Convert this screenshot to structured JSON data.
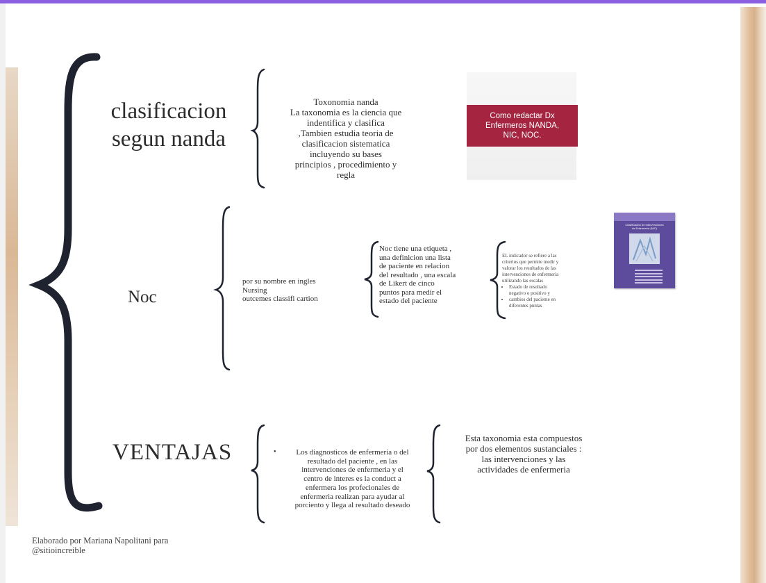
{
  "heading_nanda": [
    "clasificacion",
    "segun nanda"
  ],
  "nanda_text": [
    "Toxonomia nanda",
    "La taxonomia es la ciencia que",
    "indentifica y clasifica",
    ",Tambien estudia teoria de",
    "clasificacion sistematica",
    "incluyendo  su bases",
    "principios , procedimiento y",
    "regla"
  ],
  "dx_card": [
    "Como redactar Dx",
    "Enfermeros NANDA,",
    "NIC,  NOC."
  ],
  "heading_noc": "Noc",
  "noc_name": [
    "por su nombre en ingles",
    "Nursing",
    "outcemes classifi cartion"
  ],
  "noc_def": [
    "Noc tiene una etiqueta ,",
    "una definicion una lista",
    "de paciente en relacion",
    "del resultado , una escala",
    "de Likert de cinco",
    "puntos para medir el",
    "estado del paciente"
  ],
  "indicator": {
    "intro": [
      "EL indicador se refiere a las",
      "criterios que permite medir y",
      "valorar los resultados de  las",
      "intervenciones de enfermeria",
      "utilizando las escalas"
    ],
    "bullets": [
      [
        "Estado de resultado",
        "negativo o positivo y"
      ],
      [
        "cambios del paciente  en",
        "diferentes puntas"
      ]
    ]
  },
  "book": {
    "title_lines": [
      "Clasificación de Intervenciones",
      "de Enfermería (NIC)"
    ]
  },
  "heading_ventajas": "VENTAJAS",
  "ventajas_text": [
    "Los diagnosticos de enfermeria o del",
    "resultado  del paciente , en las",
    "intervenciones de enfermeria y el",
    "centro  de interes es la conduct a",
    "enfermera los profecionales de",
    "enfermeria realizan  para ayudar  al",
    "porciento  y llega al resultado deseado"
  ],
  "ventajas_bullet_glyph": "•",
  "taxonomy_text": [
    "Esta taxonomia esta compuestos",
    "por dos elementos sustanciales :",
    "las intervenciones  y las",
    "actividades de enfermeria"
  ],
  "footer": [
    "Elaborado por Mariana Napolitani para",
    "@sitioincreible"
  ],
  "colors": {
    "accent_bar": "#8a60e0",
    "banner": "#a5243f",
    "book": "#5d4b9b",
    "brace": "#1f2330"
  }
}
